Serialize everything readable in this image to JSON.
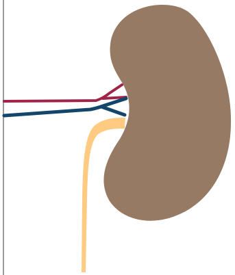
{
  "diagram": {
    "subject": "kidney",
    "parts": [
      {
        "name": "kidney",
        "color": "#977A64"
      },
      {
        "name": "renal-artery",
        "color": "#A0244A"
      },
      {
        "name": "renal-vein",
        "color": "#14456A"
      },
      {
        "name": "ureter",
        "color": "#FFCB83"
      }
    ],
    "divider_color": "#9B9B9B"
  }
}
